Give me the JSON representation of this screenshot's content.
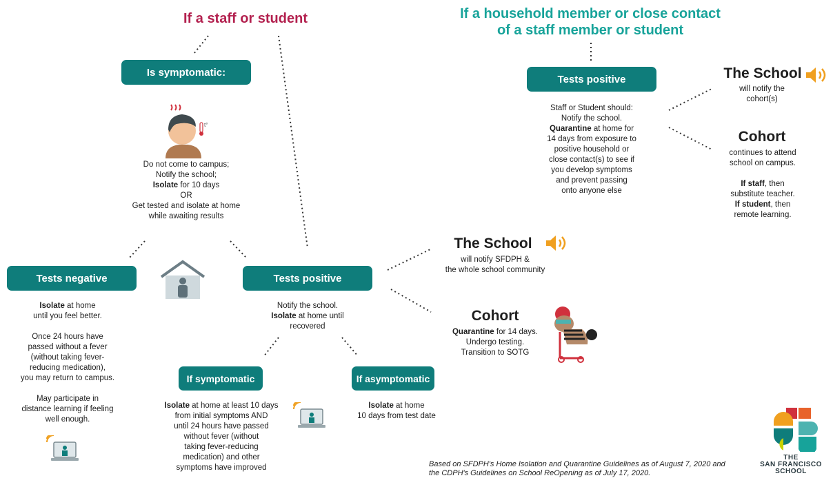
{
  "left_title": "If a staff or student",
  "right_title_l1": "If a household member or close contact",
  "right_title_l2": "of a staff member or student",
  "symptomatic": {
    "label": "Is symptomatic:",
    "l1": "Do not come to campus;",
    "l2": "Notify the school;",
    "l3b": "Isolate",
    "l3": " for 10 days",
    "l4": "OR",
    "l5": "Get tested and isolate at home",
    "l6": "while awaiting results"
  },
  "negative": {
    "label": "Tests negative",
    "l1b": "Isolate",
    "l1": " at home",
    "l2": "until you feel better.",
    "l3": "Once 24 hours have",
    "l4": "passed without a fever",
    "l5": "(without taking fever-",
    "l6": "reducing medication),",
    "l7": "you may return  to campus.",
    "l8": "May participate in",
    "l9": "distance learning if feeling",
    "l10": "well enough."
  },
  "positive": {
    "label": "Tests positive",
    "l1": "Notify the school.",
    "l2b": "Isolate",
    "l2": " at home until",
    "l3": "recovered"
  },
  "if_symptomatic": {
    "label": "If symptomatic",
    "l1b": "Isolate",
    "l1": " at home at least 10 days",
    "l2": "from initial symptoms AND",
    "l3": "until 24 hours have passed",
    "l4": "without fever (without",
    "l5": "taking fever-reducing",
    "l6": "medication) and other",
    "l7": "symptoms have improved"
  },
  "if_asymptomatic": {
    "label": "If asymptomatic",
    "l1b": "Isolate",
    "l1": " at home",
    "l2": "10 days from test date"
  },
  "school_mid": {
    "title": "The School",
    "l1": "will notify SFDPH &",
    "l2": "the whole school community"
  },
  "cohort_mid": {
    "title": "Cohort",
    "l1b": "Quarantine",
    "l1": " for 14 days.",
    "l2": "Undergo testing.",
    "l3": "Transition to SOTG"
  },
  "household": {
    "label": "Tests positive",
    "l1": "Staff or Student should:",
    "l2": "Notify the school.",
    "l3b": "Quarantine",
    "l3": " at home for",
    "l4": "14 days from exposure to",
    "l5": "positive household or",
    "l6": "close contact(s) to see if",
    "l7": "you develop symptoms",
    "l8": "and prevent passing",
    "l9": "onto anyone else"
  },
  "school_right": {
    "title": "The School",
    "l1": "will notify the",
    "l2": "cohort(s)"
  },
  "cohort_right": {
    "title": "Cohort",
    "l1": "continues to attend",
    "l2": "school on campus.",
    "l3b": "If staff",
    "l3": ", then",
    "l4": "substitute teacher.",
    "l5b": "If student",
    "l5": ", then",
    "l6": "remote learning."
  },
  "thermo_text": "t°",
  "footnote_l1": "Based on SFDPH's Home Isolation and Quarantine Guidelines as of August 7, 2020 and",
  "footnote_l2": "the CDPH's Guidelines on School ReOpening as of July 17, 2020.",
  "logo": {
    "l1": "THE",
    "l2": "SAN FRANCISCO",
    "l3": "SCHOOL"
  },
  "colors": {
    "teal": "#0f7d7b",
    "crimson": "#b3214f",
    "title_teal": "#17a39a",
    "speaker": "#f0a020"
  }
}
